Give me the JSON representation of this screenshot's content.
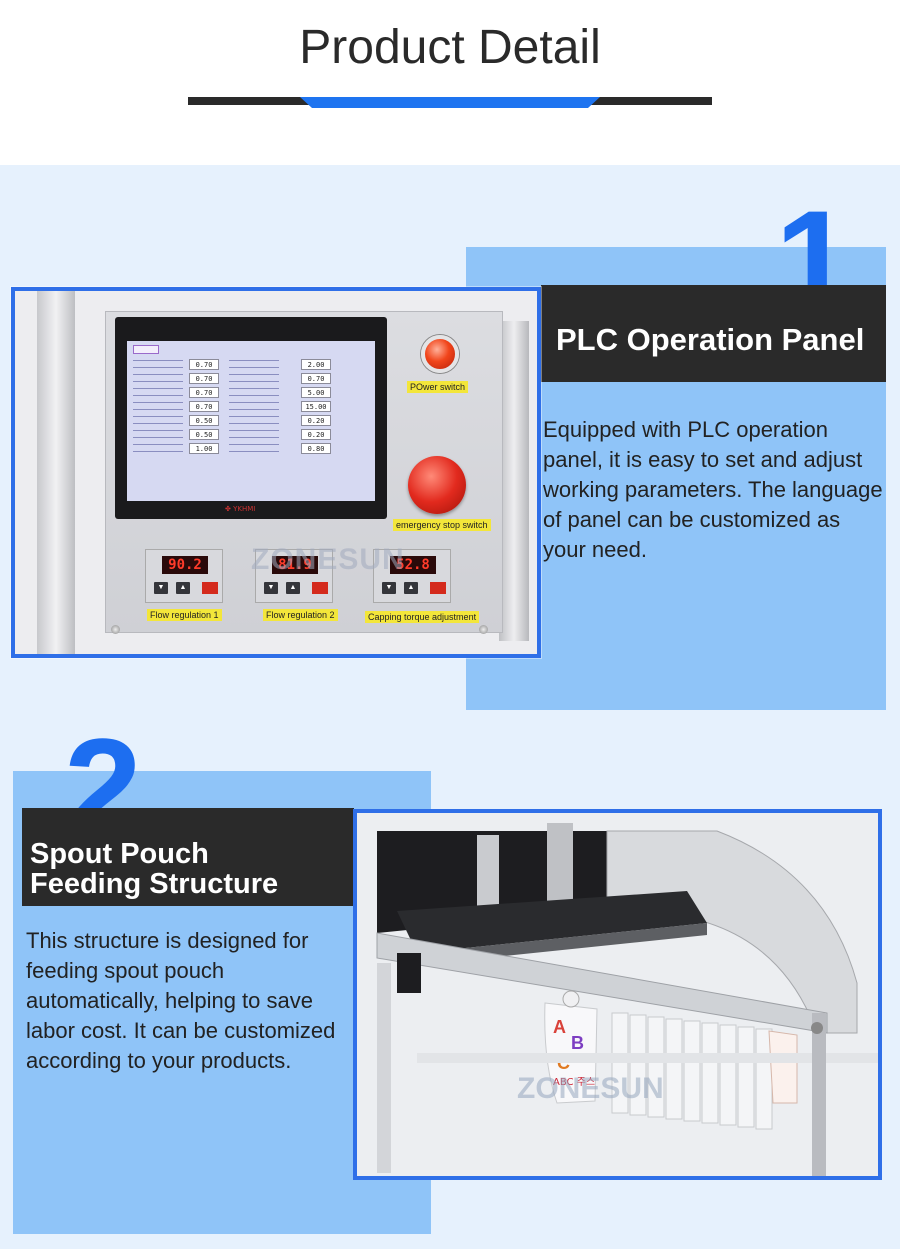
{
  "header": {
    "title": "Product Detail"
  },
  "sections": [
    {
      "number": "1",
      "title": "PLC Operation Panel",
      "description": "Equipped with PLC operation panel, it is easy to set and adjust working parameters. The language of panel can be customized as your need.",
      "photo": {
        "power_label": "POwer switch",
        "estop_label": "emergency stop switch",
        "controllers": [
          {
            "display": "90.2",
            "label": "Flow regulation 1"
          },
          {
            "display": "81.9",
            "label": "Flow regulation 2"
          },
          {
            "display": "52.8",
            "label": "Capping torque adjustment"
          }
        ],
        "hmi_values_left": [
          "0.70",
          "0.70",
          "0.70",
          "0.70",
          "0.50",
          "0.50",
          "1.00"
        ],
        "hmi_values_right": [
          "2.00",
          "0.70",
          "5.00",
          "15.00",
          "0.20",
          "0.20",
          "0.80"
        ],
        "hmi_brand": "✤ YKHMI",
        "watermark": "ZONESUN"
      }
    },
    {
      "number": "2",
      "title_line1": "Spout Pouch",
      "title_line2": "Feeding Structure",
      "description": "This structure is designed for feeding spout pouch automatically, helping to save labor cost. It can be customized according to your products.",
      "photo": {
        "pouch_text": "ABC 주스",
        "watermark": "ZONESUN"
      }
    }
  ],
  "colors": {
    "accent_blue": "#1d6ef0",
    "panel_blue": "#8fc4f8",
    "band_bg": "#e6f1fd",
    "dark": "#2a2a2a"
  }
}
